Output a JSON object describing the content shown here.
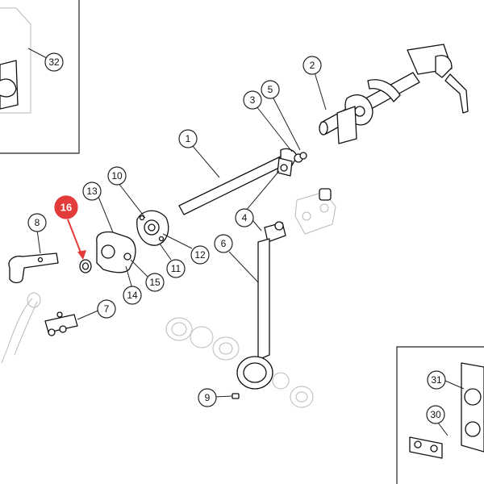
{
  "diagram": {
    "callouts": [
      {
        "id": "c1",
        "label": "1",
        "highlight": false
      },
      {
        "id": "c2",
        "label": "2",
        "highlight": false
      },
      {
        "id": "c3",
        "label": "3",
        "highlight": false
      },
      {
        "id": "c4",
        "label": "4",
        "highlight": false
      },
      {
        "id": "c5",
        "label": "5",
        "highlight": false
      },
      {
        "id": "c6",
        "label": "6",
        "highlight": false
      },
      {
        "id": "c7",
        "label": "7",
        "highlight": false
      },
      {
        "id": "c8",
        "label": "8",
        "highlight": false
      },
      {
        "id": "c9",
        "label": "9",
        "highlight": false
      },
      {
        "id": "c10",
        "label": "10",
        "highlight": false
      },
      {
        "id": "c11",
        "label": "11",
        "highlight": false
      },
      {
        "id": "c12",
        "label": "12",
        "highlight": false
      },
      {
        "id": "c13",
        "label": "13",
        "highlight": false
      },
      {
        "id": "c14",
        "label": "14",
        "highlight": false
      },
      {
        "id": "c15",
        "label": "15",
        "highlight": false
      },
      {
        "id": "c16",
        "label": "16",
        "highlight": true
      },
      {
        "id": "c30",
        "label": "30",
        "highlight": false
      },
      {
        "id": "c31",
        "label": "31",
        "highlight": false
      },
      {
        "id": "c32",
        "label": "32",
        "highlight": false
      }
    ],
    "colors": {
      "highlight": "#e33a3a",
      "line": "#111111",
      "ghost": "#b9b9b9"
    }
  }
}
